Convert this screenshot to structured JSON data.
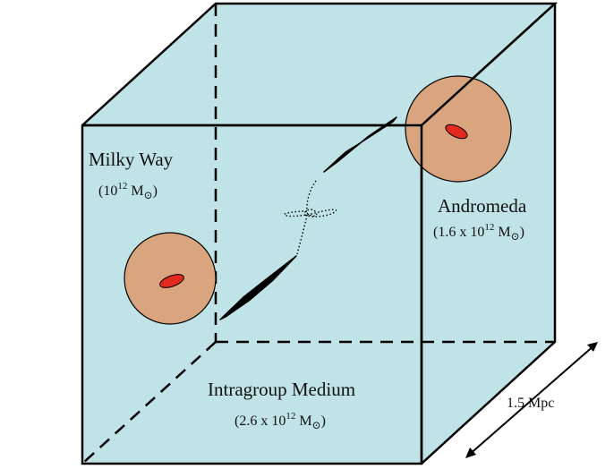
{
  "milky_way": {
    "name": "Milky Way",
    "mass_open": "(10",
    "mass_exp": "12",
    "mass_unit": " M",
    "mass_close": ")"
  },
  "andromeda": {
    "name": "Andromeda",
    "mass_open": "(1.6 x 10",
    "mass_exp": "12",
    "mass_unit": " M",
    "mass_close": ")"
  },
  "medium": {
    "name": "Intragroup Medium",
    "mass_open": "(2.6 x 10",
    "mass_exp": "12",
    "mass_unit": " M",
    "mass_close": ")"
  },
  "scale": {
    "label": "1.5 Mpc"
  },
  "colors": {
    "cube_fill": "#bfe3e6",
    "halo_fill": "#d9a57f",
    "galaxy_core": "#e22a1f",
    "stroke": "#000000"
  }
}
